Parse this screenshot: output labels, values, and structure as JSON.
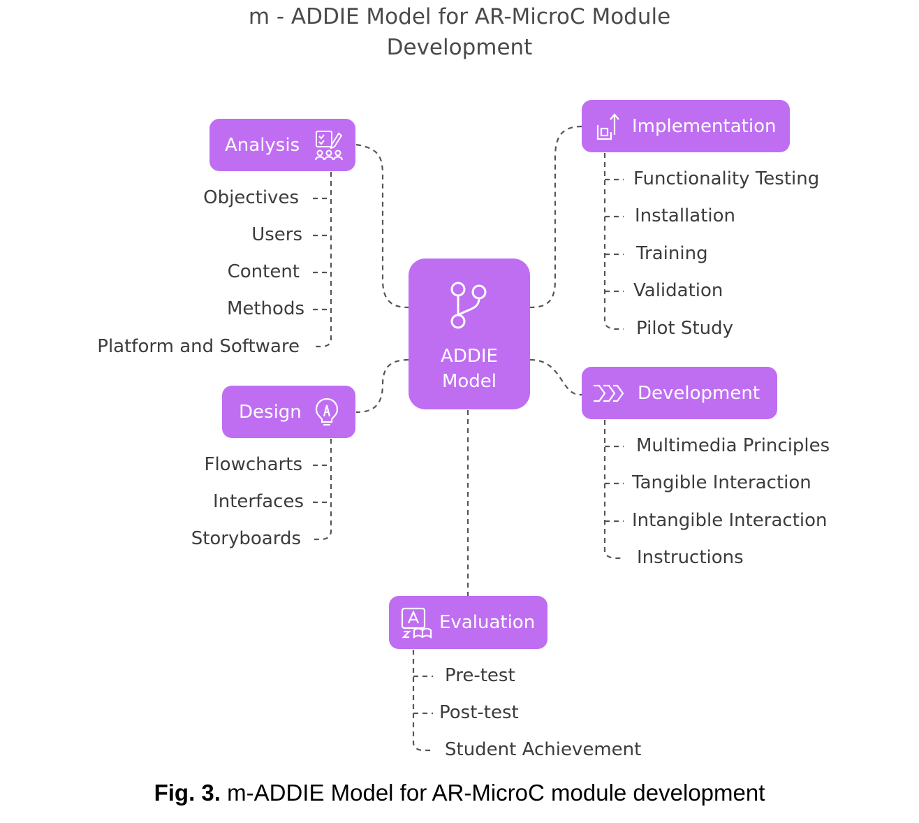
{
  "title": {
    "line1": "m - ADDIE Model for AR-MicroC Module",
    "line2": "Development"
  },
  "center": {
    "label": "ADDIE Model",
    "icon": "git-branch-icon"
  },
  "phases": {
    "analysis": {
      "label": "Analysis",
      "icon": "checklist-group-icon",
      "items": [
        "Objectives",
        "Users",
        "Content",
        "Methods",
        "Platform and Software"
      ]
    },
    "design": {
      "label": "Design",
      "icon": "lightbulb-pencil-icon",
      "items": [
        "Flowcharts",
        "Interfaces",
        "Storyboards"
      ]
    },
    "implementation": {
      "label": "Implementation",
      "icon": "upload-box-icon",
      "items": [
        "Functionality Testing",
        "Installation",
        "Training",
        "Validation",
        "Pilot Study"
      ]
    },
    "development": {
      "label": "Development",
      "icon": "chevrons-right-icon",
      "items": [
        "Multimedia Principles",
        "Tangible Interaction",
        "Intangible Interaction",
        "Instructions"
      ]
    },
    "evaluation": {
      "label": "Evaluation",
      "icon": "book-letter-icon",
      "items": [
        "Pre-test",
        "Post-test",
        "Student Achievement"
      ]
    }
  },
  "caption": {
    "prefix": "Fig. 3.",
    "text": "m-ADDIE Model for AR-MicroC module development"
  },
  "colors": {
    "node": "#bf6ef2",
    "text": "#3c3c3c",
    "connector": "#555555"
  }
}
